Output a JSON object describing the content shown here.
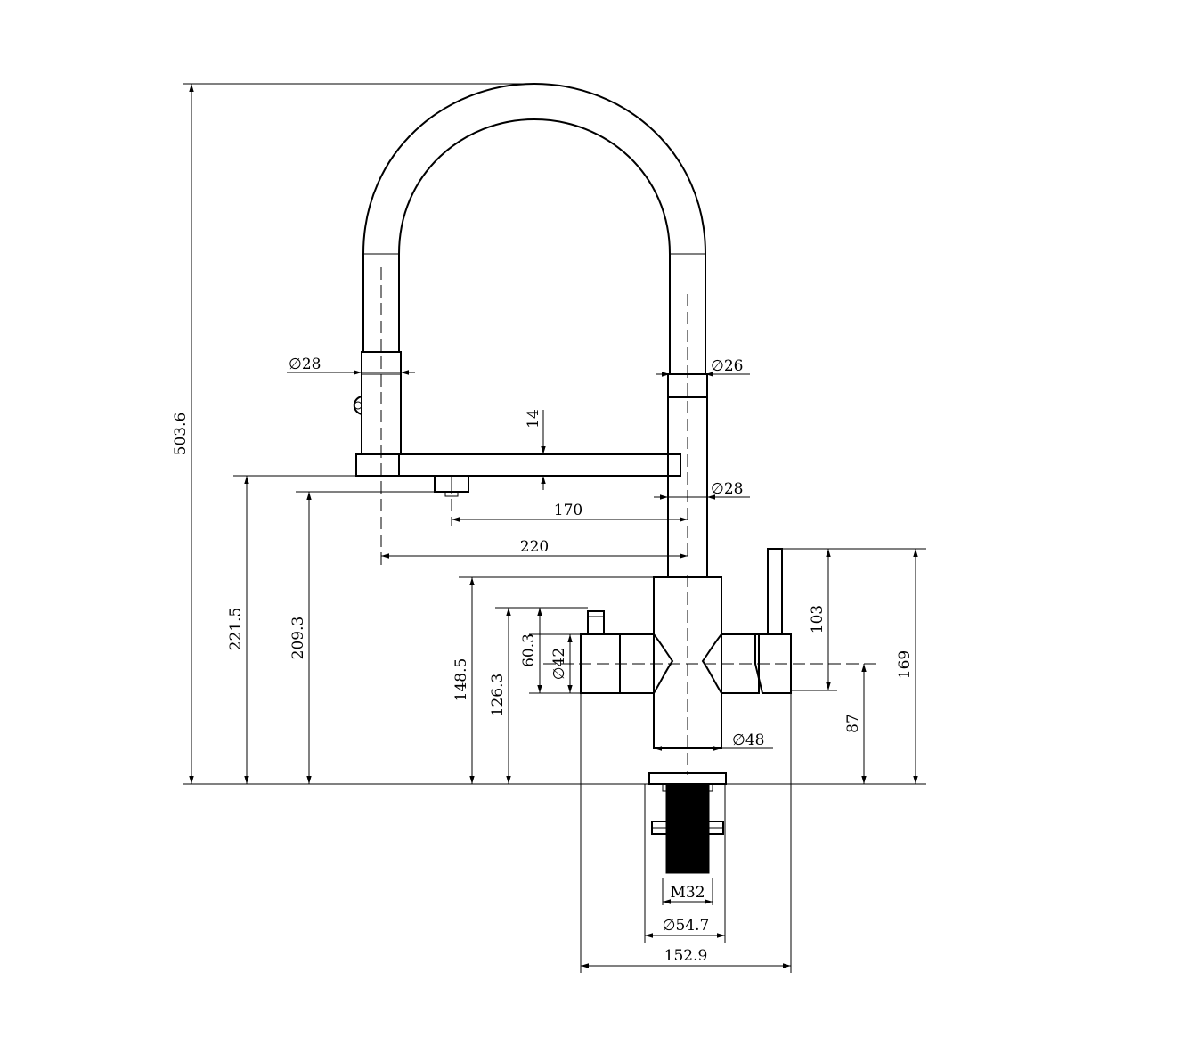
{
  "dimensions": {
    "total_height": "503.6",
    "spout_diameter_left": "28",
    "hose_diameter_right": "26",
    "spout_bar_thickness": "14",
    "body_diameter_upper": "28",
    "reach_outlet": "170",
    "reach_total": "220",
    "height_221": "221.5",
    "height_209": "209.3",
    "height_148": "148.5",
    "height_126": "126.3",
    "height_60": "60.3",
    "handle_diameter": "42",
    "body_diameter": "48",
    "lever_height": "103",
    "lever_total_height": "169",
    "handle_axis_height": "87",
    "thread": "M32",
    "base_diameter": "54.7",
    "total_width": "152.9"
  },
  "symbols": {
    "diameter": "∅"
  }
}
